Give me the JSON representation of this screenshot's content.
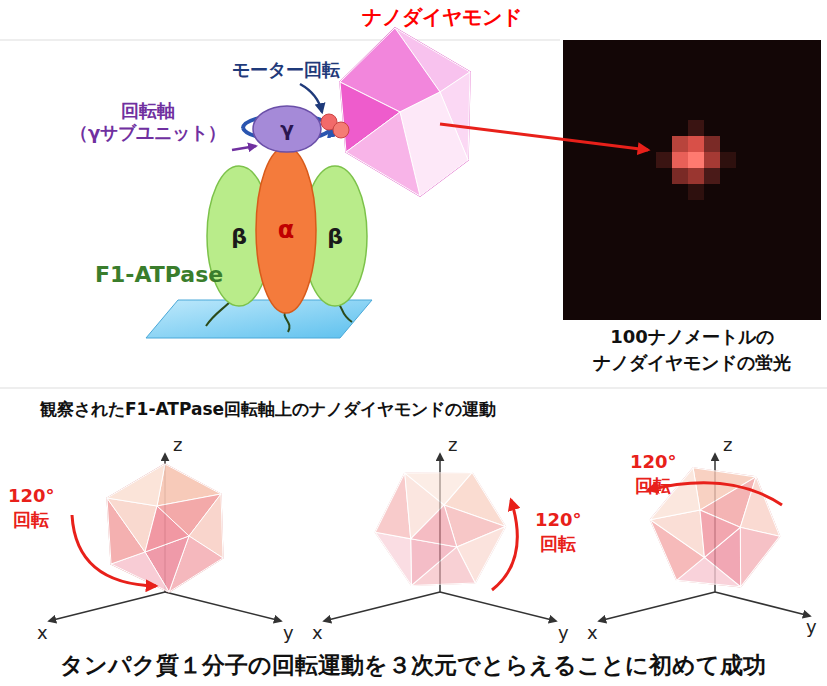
{
  "diagram": {
    "caption": "タンパク質１分子の回転運動を３次元でとらえることに初めて成功",
    "nodes": [
      {
        "text": [
          "γ"
        ]
      },
      {
        "text": [
          "β"
        ]
      },
      {
        "text": [
          "α"
        ]
      },
      {
        "text": [
          "β"
        ]
      }
    ],
    "labels": [
      "ナノダイヤモンド",
      "モーター回転",
      "回転軸 （γサブユニット）",
      "F1-ATPase",
      "100ナノメートルの ナノダイヤモンドの蛍光",
      "観察されたF1-ATPase回転軸上のナノダイヤモンドの運動",
      "z",
      "x",
      "y",
      "120° 回転",
      "z",
      "x",
      "y",
      "120° 回転",
      "z",
      "x",
      "y",
      "120°回転"
    ]
  }
}
